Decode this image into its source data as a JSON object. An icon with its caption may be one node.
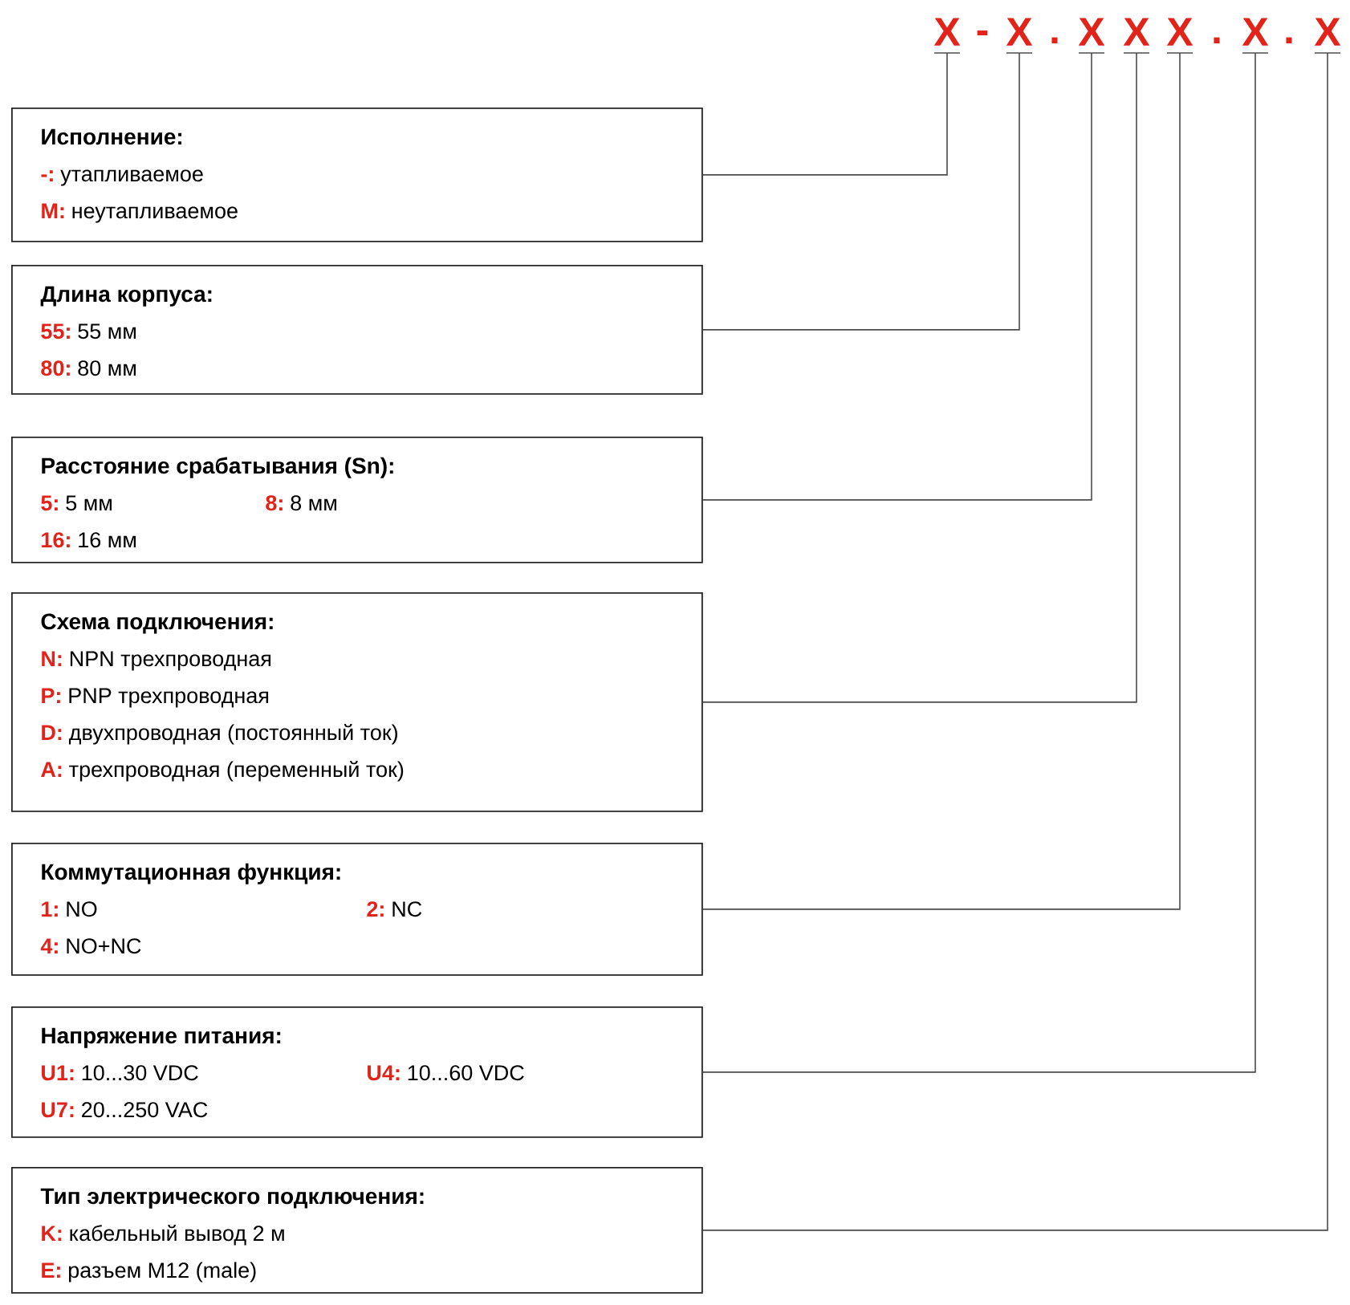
{
  "diagram": {
    "nodes": [
      {
        "text": [
          "X"
        ]
      },
      {
        "text": [
          "X"
        ]
      },
      {
        "text": [
          "X"
        ]
      },
      {
        "text": [
          "X"
        ]
      },
      {
        "text": [
          "X"
        ]
      },
      {
        "text": [
          "X"
        ]
      },
      {
        "text": [
          "X"
        ]
      },
      {
        "text": [
          "Исполнение:",
          "-:",
          "утапливаемое",
          "M:",
          "неутапливаемое"
        ]
      },
      {
        "text": [
          "Длина корпуса:",
          "55:",
          "55 мм",
          "80:",
          "80 мм"
        ]
      },
      {
        "text": [
          "Расстояние срабатывания (Sn):",
          "5:",
          "5 мм",
          "8:",
          "8 мм",
          "16:",
          "16 мм"
        ]
      },
      {
        "text": [
          "Схема подключения:",
          "N:",
          "NPN трехпроводная",
          "P:",
          "PNP трехпроводная",
          "D:",
          "двухпроводная (постоянный ток)",
          "A:",
          "трехпроводная (переменный ток)"
        ]
      },
      {
        "text": [
          "Коммутационная функция:",
          "1:",
          "NO",
          "2:",
          "NC",
          "4:",
          "NO+NC"
        ]
      },
      {
        "text": [
          "Напряжение питания:",
          "U1:",
          "10...30 VDC",
          "U4:",
          "10...60 VDC",
          "U7:",
          "20...250 VAC"
        ]
      },
      {
        "text": [
          "Тип электрического подключения:",
          "K:",
          "кабельный вывод 2 м",
          "E:",
          "разъем M12 (male)"
        ]
      }
    ],
    "edges": [
      {
        "from": 0,
        "to": 7,
        "arrow": "none"
      },
      {
        "from": 1,
        "to": 8,
        "arrow": "none"
      },
      {
        "from": 2,
        "to": 9,
        "arrow": "none"
      },
      {
        "from": 3,
        "to": 10,
        "arrow": "none"
      },
      {
        "from": 4,
        "to": 11,
        "arrow": "none"
      },
      {
        "from": 5,
        "to": 12,
        "arrow": "none"
      },
      {
        "from": 6,
        "to": 13,
        "arrow": "none"
      }
    ],
    "labels": [
      "-",
      ".",
      ".",
      "."
    ]
  }
}
